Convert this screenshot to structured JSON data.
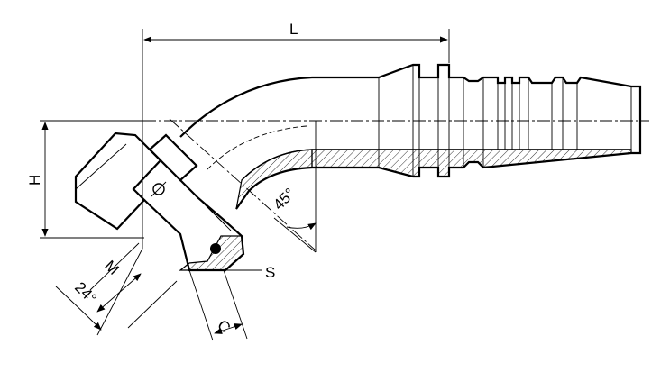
{
  "drawing": {
    "title": "",
    "dimensions": {
      "length_label": "L",
      "height_label": "H",
      "thread_label": "M",
      "cone_angle_label": "24°",
      "bend_angle_label": "45°",
      "wrench_label": "S",
      "width_label": "C"
    }
  }
}
